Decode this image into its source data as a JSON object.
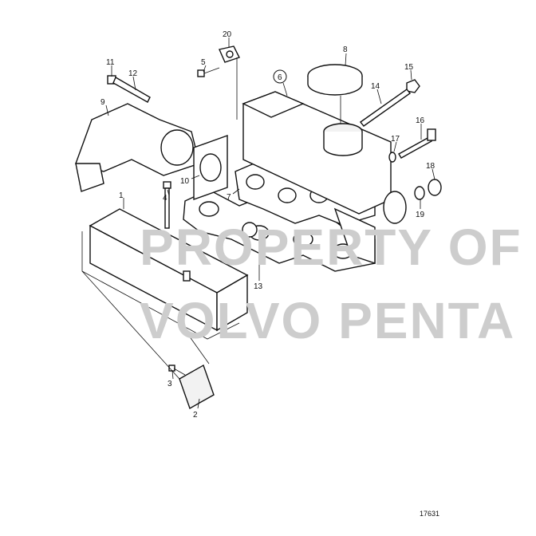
{
  "diagram": {
    "drawing_number": "17631",
    "watermark": [
      "PROPERTY OF",
      "VOLVO PENTA"
    ],
    "callouts": [
      {
        "id": "1",
        "text": "1",
        "circled": false
      },
      {
        "id": "2",
        "text": "2",
        "circled": false
      },
      {
        "id": "3",
        "text": "3",
        "circled": false
      },
      {
        "id": "4",
        "text": "4",
        "circled": false
      },
      {
        "id": "5",
        "text": "5",
        "circled": false
      },
      {
        "id": "6",
        "text": "6",
        "circled": true
      },
      {
        "id": "7",
        "text": "7",
        "circled": false
      },
      {
        "id": "8",
        "text": "8",
        "circled": false
      },
      {
        "id": "9",
        "text": "9",
        "circled": false
      },
      {
        "id": "10",
        "text": "10",
        "circled": false
      },
      {
        "id": "11",
        "text": "11",
        "circled": false
      },
      {
        "id": "12",
        "text": "12",
        "circled": false
      },
      {
        "id": "13",
        "text": "13",
        "circled": false
      },
      {
        "id": "14",
        "text": "14",
        "circled": false
      },
      {
        "id": "15",
        "text": "15",
        "circled": false
      },
      {
        "id": "16",
        "text": "16",
        "circled": false
      },
      {
        "id": "17",
        "text": "17",
        "circled": false
      },
      {
        "id": "18",
        "text": "18",
        "circled": false
      },
      {
        "id": "19",
        "text": "19",
        "circled": false
      },
      {
        "id": "20",
        "text": "20",
        "circled": false
      }
    ]
  }
}
